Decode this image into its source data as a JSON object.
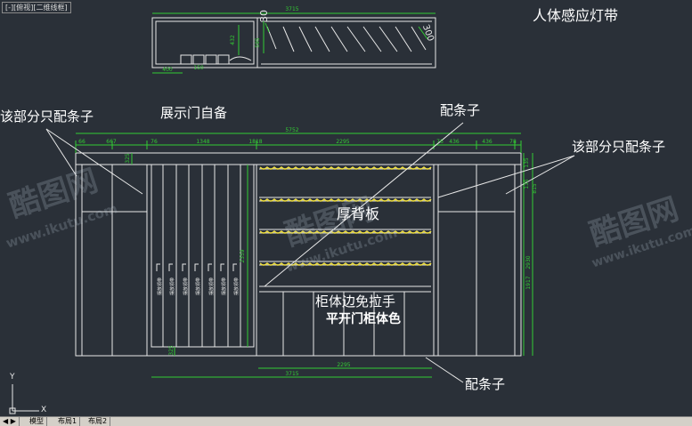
{
  "viewport": {
    "title": "[-][俯视][二维线框]"
  },
  "top_view": {
    "dims": {
      "width": "3715",
      "angle": "30",
      "shelf_depth": "300",
      "height_a": "432",
      "height_b": "595",
      "side": "400",
      "bottom": "150"
    }
  },
  "front_view": {
    "dims": {
      "overall": "5752",
      "segments": [
        "66",
        "667",
        "76",
        "1348",
        "1818",
        "2295",
        "76",
        "436",
        "436",
        "78"
      ],
      "middle_width": "2295",
      "lower_width": "3715",
      "height_inner": "2359",
      "height_total": "2930",
      "height_right": "1917",
      "side_a": "135",
      "side_b": "135",
      "side_c": "815",
      "top_left": "325",
      "bottom_left": "325"
    },
    "rod_labels": [
      "摆放领带",
      "摆放领带",
      "摆放领带",
      "摆放领带",
      "摆放领带",
      "摆放领带",
      "摆放领带"
    ]
  },
  "annotations": {
    "led": "人体感应灯带",
    "left_trim": "该部分只配条子",
    "right_trim": "该部分只配条子",
    "display_door": "展示门自备",
    "top_trim": "配条子",
    "thick_back": "厚背板",
    "no_handle": "柜体边免拉手",
    "door_color": "平开门柜体色",
    "bottom_trim": "配条子"
  },
  "watermark": {
    "logo": "酷图网",
    "url": "www.ikutu.com"
  },
  "ucs": {
    "y": "Y",
    "x": "X"
  },
  "tabs": [
    "模型",
    "布局1",
    "布局2"
  ],
  "colors": {
    "background": "#2a3038",
    "lines": "#e8e8e8",
    "dims": "#33cc33",
    "highlight": "#f0e040",
    "text": "#ffffff"
  }
}
